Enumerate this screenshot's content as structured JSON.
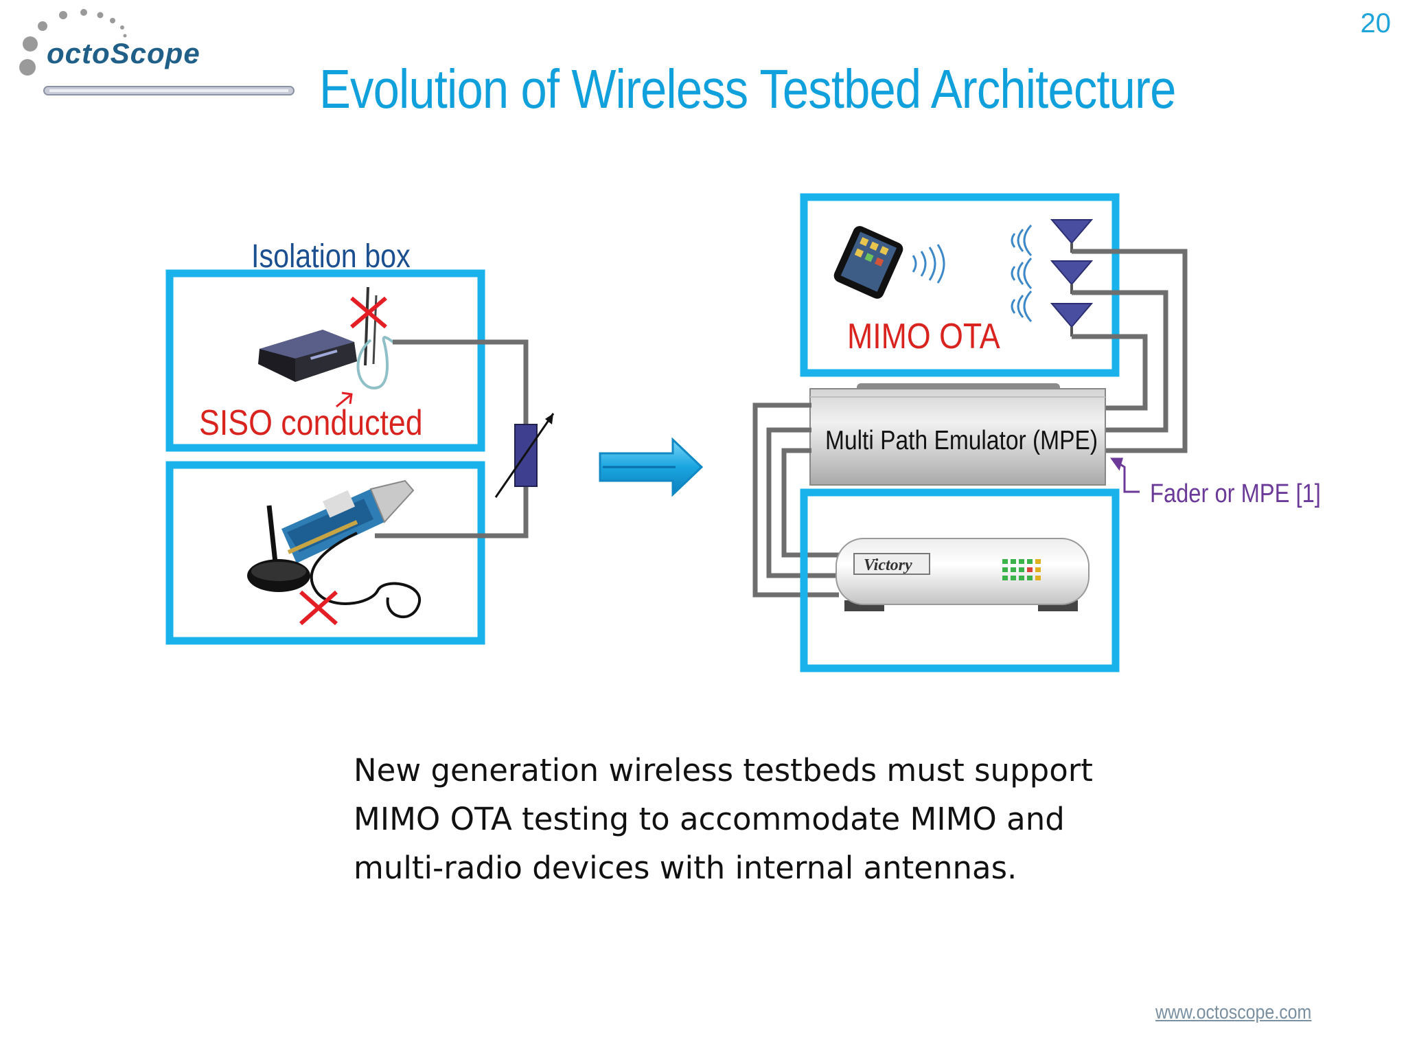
{
  "slide": {
    "number": "20",
    "title": "Evolution of Wireless Testbed Architecture"
  },
  "logo": {
    "text": "octoScope"
  },
  "diagram": {
    "isolation_box_label": "Isolation box",
    "siso_label": "SISO conducted",
    "mimo_label": "MIMO OTA",
    "mpe_label": "Multi Path Emulator (MPE)",
    "fader_label": "Fader or MPE [1]",
    "device_brand": "Victory"
  },
  "body": {
    "text": "New generation wireless testbeds must support MIMO OTA testing to accommodate MIMO and multi-radio devices with internal antennas."
  },
  "footer": {
    "link": "www.octoscope.com"
  },
  "colors": {
    "accent": "#10a0dc",
    "box_border": "#19b2ea",
    "cable": "#6e6e6e",
    "red": "#d8231f",
    "purple": "#6b3a98"
  }
}
